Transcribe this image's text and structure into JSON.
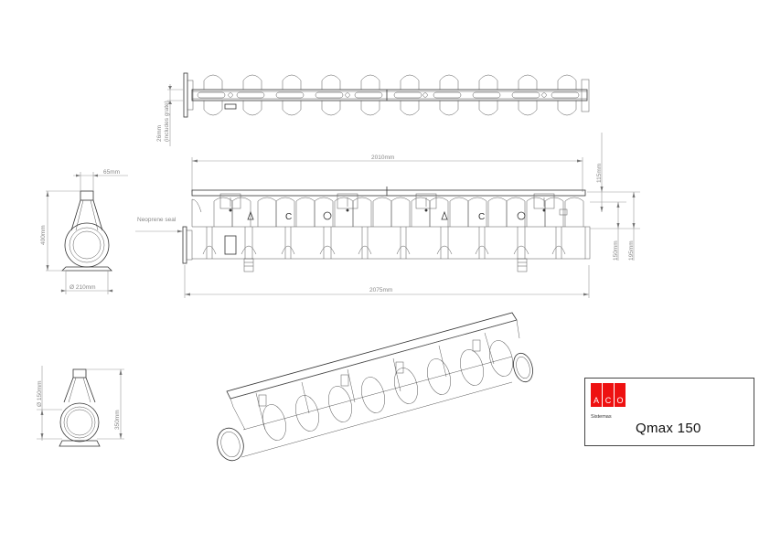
{
  "drawing": {
    "title": "Qmax 150 channel technical drawing",
    "stroke_color": "#333333",
    "dimension_color": "#999999"
  },
  "top_view": {
    "dim_slot": "26mm",
    "dim_slot_note": "(includes grate)"
  },
  "front_view": {
    "dim_total_channel": "2010mm",
    "dim_total_overall": "2075mm",
    "dim_top": "115mm",
    "dim_mid": "150mm",
    "dim_right": "195mm",
    "callout_seal": "Neoprene seal"
  },
  "end_view_top": {
    "dim_top_width": "65mm",
    "dim_height": "400mm",
    "dim_base": "Ø 210mm"
  },
  "end_view_bottom": {
    "dim_pipe": "Ø 150mm",
    "dim_height": "350mm"
  },
  "title_block": {
    "logo_letters": [
      "A",
      "C",
      "O"
    ],
    "logo_color": "#ee1111",
    "brand_sub": "Sistemas",
    "product_name": "Qmax 150"
  }
}
